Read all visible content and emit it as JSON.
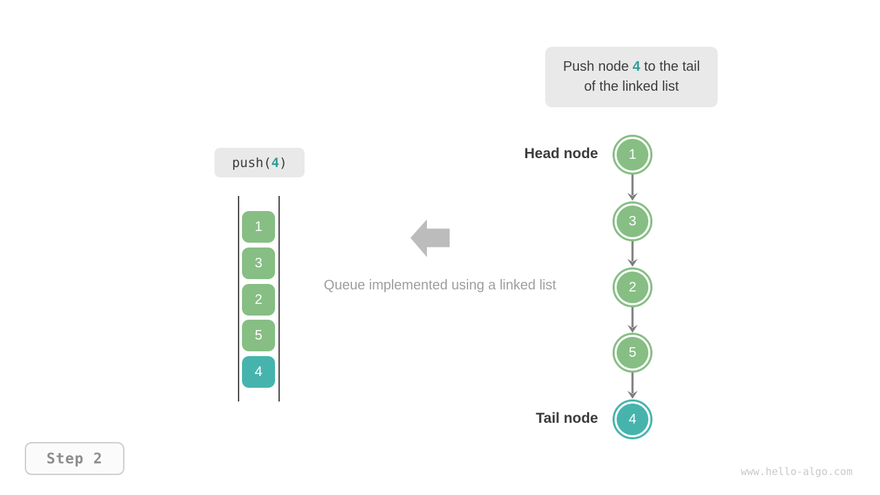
{
  "callout": {
    "prefix": "Push node ",
    "highlight": "4",
    "suffix": " to the tail of the linked list"
  },
  "push_label": {
    "prefix": "push(",
    "arg": "4",
    "suffix": ")"
  },
  "queue_stack": {
    "items": [
      {
        "value": "1",
        "type": "green"
      },
      {
        "value": "3",
        "type": "green"
      },
      {
        "value": "2",
        "type": "green"
      },
      {
        "value": "5",
        "type": "green"
      },
      {
        "value": "4",
        "type": "teal"
      }
    ]
  },
  "linked_list": {
    "head_label": "Head node",
    "tail_label": "Tail node",
    "nodes": [
      {
        "value": "1",
        "type": "green"
      },
      {
        "value": "3",
        "type": "green"
      },
      {
        "value": "2",
        "type": "green"
      },
      {
        "value": "5",
        "type": "green"
      },
      {
        "value": "4",
        "type": "teal"
      }
    ]
  },
  "caption": "Queue implemented using a linked list",
  "step_badge": "Step 2",
  "watermark": "www.hello-algo.com",
  "colors": {
    "node_green": "#86be84",
    "node_teal": "#46b4ad",
    "highlight_teal": "#2f9e99",
    "link_arrow_gray": "#7d7d7d",
    "block_arrow_gray": "#bcbcbc",
    "callout_bg": "#e9e9e9"
  }
}
